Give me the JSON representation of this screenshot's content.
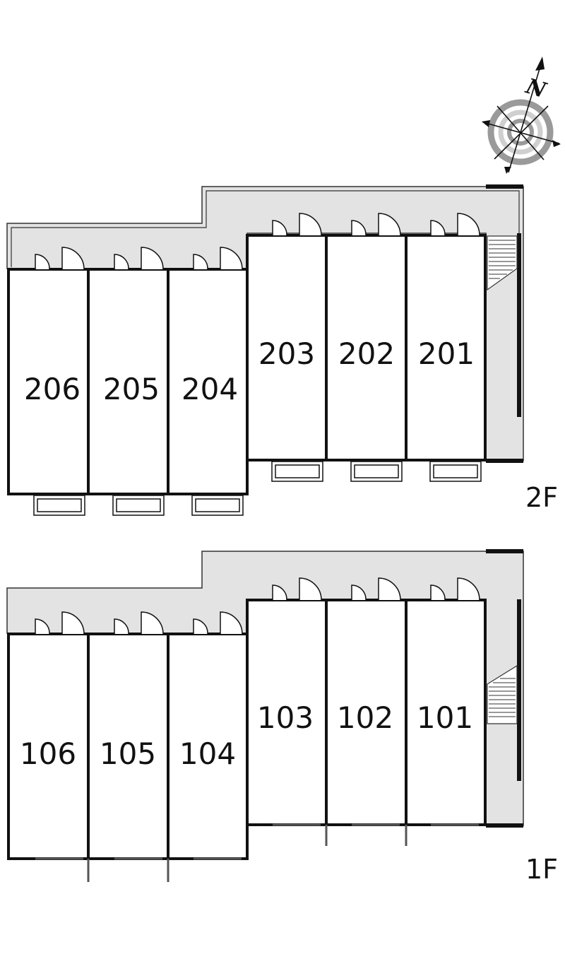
{
  "compass": {
    "north_label": "N"
  },
  "floors": [
    {
      "id": "2f",
      "label": "2F",
      "units_upper": [
        {
          "id": "206",
          "label": "206"
        },
        {
          "id": "205",
          "label": "205"
        },
        {
          "id": "204",
          "label": "204"
        }
      ],
      "units_lower_left": [],
      "units_right": [
        {
          "id": "203",
          "label": "203"
        },
        {
          "id": "202",
          "label": "202"
        },
        {
          "id": "201",
          "label": "201"
        }
      ]
    },
    {
      "id": "1f",
      "label": "1F",
      "units_left": [
        {
          "id": "106",
          "label": "106"
        },
        {
          "id": "105",
          "label": "105"
        },
        {
          "id": "104",
          "label": "104"
        }
      ],
      "units_right": [
        {
          "id": "103",
          "label": "103"
        },
        {
          "id": "102",
          "label": "102"
        },
        {
          "id": "101",
          "label": "101"
        }
      ]
    }
  ],
  "colors": {
    "corridor": "#e3e3e3",
    "wall": "#111111",
    "compass_ring": "#9a9a9a",
    "compass_inner": "#cfcfcf"
  }
}
